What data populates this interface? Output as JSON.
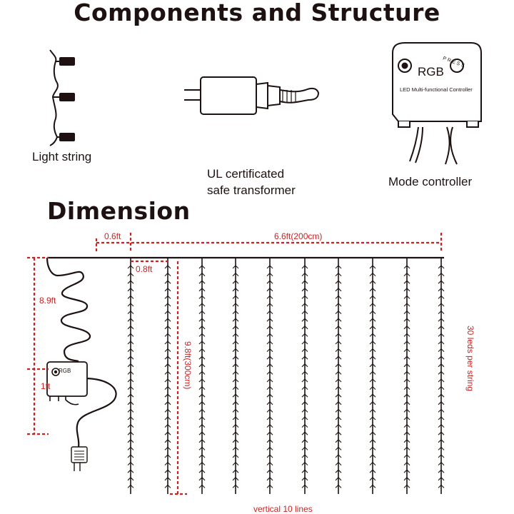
{
  "components": {
    "title": "Components and Structure",
    "light_string_label": "Light string",
    "transformer_label_line1": "UL certificated",
    "transformer_label_line2": "safe transformer",
    "controller_label": "Mode controller",
    "controller_rgb": "RGB",
    "controller_press": "PRESS",
    "controller_name": "LED Multi-functional Controller"
  },
  "dimension": {
    "title": "Dimension",
    "lead_gap": "0.6ft",
    "total_width": "6.6ft(200cm)",
    "spacing": "0.8ft",
    "top_lead": "8.9ft",
    "bottom_lead": "1ft",
    "string_length": "9.8ft(300cm)",
    "leds_per_string": "30 leds per string",
    "lines_count": "vertical 10 lines",
    "small_controller_rgb": "RGB"
  },
  "colors": {
    "ink": "#1d1211",
    "dimension_red": "#cc2222"
  },
  "icons": [
    "light-string-icon",
    "transformer-icon",
    "mode-controller-icon",
    "curtain-diagram"
  ]
}
